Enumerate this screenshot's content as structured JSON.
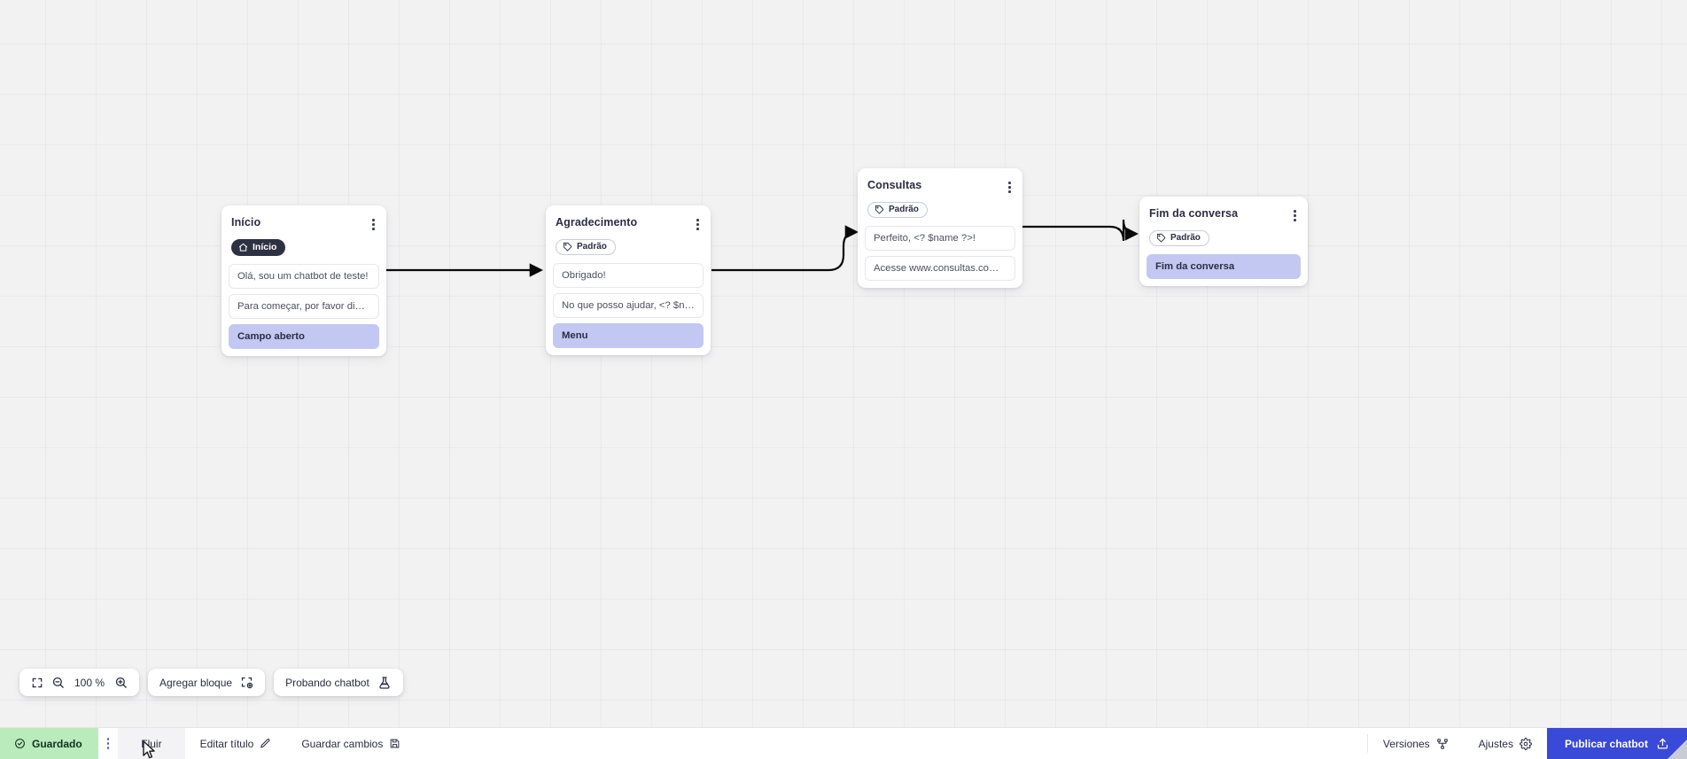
{
  "canvas": {
    "nodes": [
      {
        "title": "Início",
        "badge": {
          "type": "home",
          "label": "Início",
          "icon": "home-icon"
        },
        "rows": [
          {
            "text": "Olá, sou um chatbot de teste!",
            "kind": "msg"
          },
          {
            "text": "Para começar, por favor digite o ...",
            "kind": "msg"
          },
          {
            "text": "Campo aberto",
            "kind": "action"
          }
        ]
      },
      {
        "title": "Agradecimento",
        "badge": {
          "type": "tag",
          "label": "Padrão",
          "icon": "tag-icon"
        },
        "rows": [
          {
            "text": "Obrigado!",
            "kind": "msg"
          },
          {
            "text": "No que posso ajudar, <? $name ...",
            "kind": "msg"
          },
          {
            "text": "Menu",
            "kind": "action"
          }
        ]
      },
      {
        "title": "Consultas",
        "badge": {
          "type": "tag",
          "label": "Padrão",
          "icon": "tag-icon"
        },
        "rows": [
          {
            "text": "Perfeito, <? $name ?>!",
            "kind": "msg"
          },
          {
            "text": "Acesse www.consultas.com par...",
            "kind": "msg"
          }
        ]
      },
      {
        "title": "Fim da conversa",
        "badge": {
          "type": "tag",
          "label": "Padrão",
          "icon": "tag-icon"
        },
        "rows": [
          {
            "text": "Fim da conversa",
            "kind": "action"
          }
        ]
      }
    ]
  },
  "toolbar": {
    "fit_icon": "fit-screen-icon",
    "zoom_out_icon": "zoom-out-icon",
    "zoom_level": "100 %",
    "zoom_in_icon": "zoom-in-icon",
    "add_block_label": "Agregar bloque",
    "add_block_icon": "add-block-icon",
    "test_chatbot_label": "Probando chatbot",
    "test_chatbot_icon": "flask-icon"
  },
  "statusbar": {
    "saved_label": "Guardado",
    "saved_icon": "check-circle-icon",
    "menu_icon": "more-vertical-icon",
    "flow_tab_label": "Fluir",
    "edit_title_label": "Editar título",
    "edit_title_icon": "pencil-icon",
    "save_changes_label": "Guardar cambios",
    "save_changes_icon": "save-icon",
    "versions_label": "Versiones",
    "versions_icon": "branch-icon",
    "settings_label": "Ajustes",
    "settings_icon": "gear-icon",
    "publish_label": "Publicar chatbot",
    "publish_icon": "upload-icon"
  },
  "colors": {
    "accent_blue": "#3949d8",
    "saved_green": "#b9ebbc",
    "action_lavender": "#c3c8f2",
    "badge_dark": "#2e3142",
    "canvas_bg": "#f2f2f3"
  }
}
